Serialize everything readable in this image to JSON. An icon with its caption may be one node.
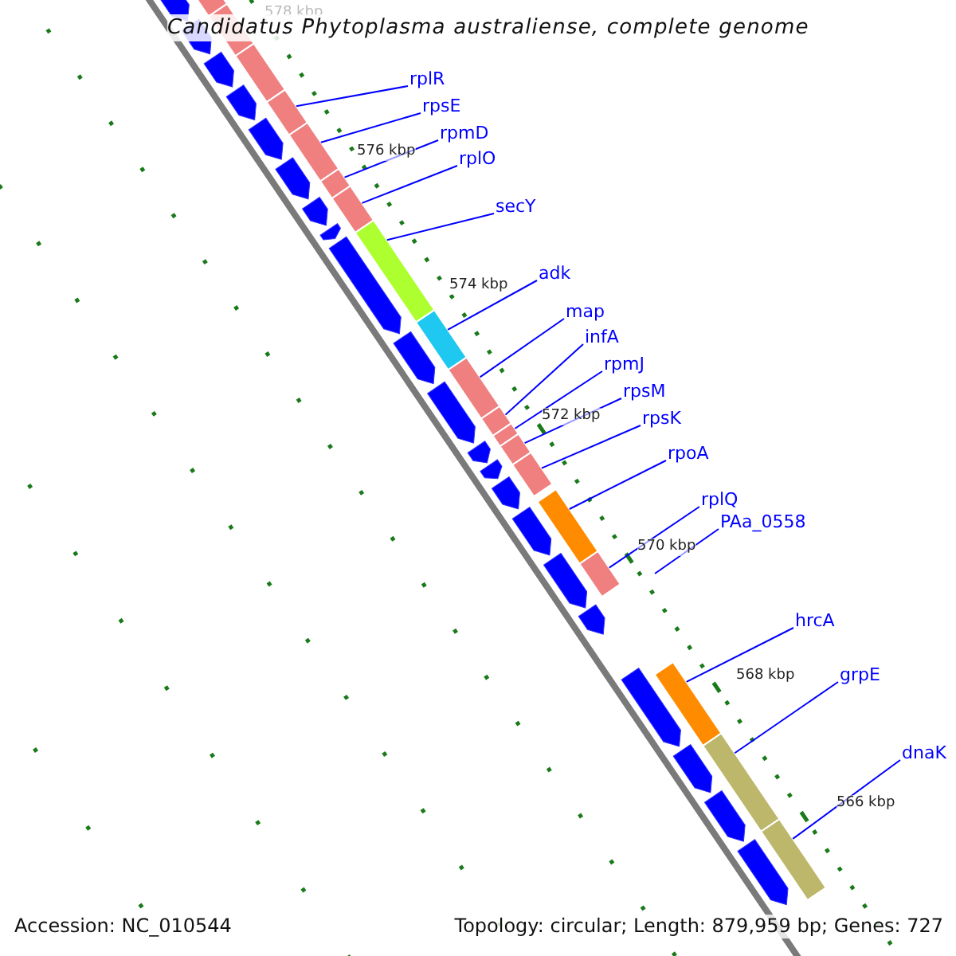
{
  "diagram": {
    "title": "Candidatus Phytoplasma australiense, complete genome",
    "nodes": [
      {
        "text": [
          "rplR"
        ]
      },
      {
        "text": [
          "rpsE"
        ]
      },
      {
        "text": [
          "rpmD"
        ]
      },
      {
        "text": [
          "rplO"
        ]
      },
      {
        "text": [
          "secY"
        ]
      },
      {
        "text": [
          "adk"
        ]
      },
      {
        "text": [
          "map"
        ]
      },
      {
        "text": [
          "infA"
        ]
      },
      {
        "text": [
          "rpmJ"
        ]
      },
      {
        "text": [
          "rpsM"
        ]
      },
      {
        "text": [
          "rpsK"
        ]
      },
      {
        "text": [
          "rpoA"
        ]
      },
      {
        "text": [
          "rplQ"
        ]
      },
      {
        "text": [
          "PAa_0558"
        ]
      },
      {
        "text": [
          "hrcA"
        ]
      },
      {
        "text": [
          "grpE"
        ]
      },
      {
        "text": [
          "dnaK"
        ]
      },
      {
        "text": [],
        "shape": "bar"
      },
      {
        "text": [],
        "shape": "bar"
      },
      {
        "text": [],
        "shape": "bar"
      },
      {
        "text": [],
        "shape": "bar"
      },
      {
        "text": [],
        "shape": "bar"
      },
      {
        "text": [],
        "shape": "bar"
      },
      {
        "text": [],
        "shape": "bar"
      },
      {
        "text": [],
        "shape": "bar"
      },
      {
        "text": [],
        "shape": "bar"
      },
      {
        "text": [],
        "shape": "bar"
      },
      {
        "text": [],
        "shape": "bar"
      },
      {
        "text": [],
        "shape": "bar"
      },
      {
        "text": [],
        "shape": "bar"
      },
      {
        "text": [],
        "shape": "bar"
      },
      {
        "text": [],
        "shape": "bar"
      },
      {
        "text": [],
        "shape": "bar"
      }
    ],
    "edges": [
      {
        "from": 0,
        "to": 17,
        "arrow": "none"
      },
      {
        "from": 1,
        "to": 18,
        "arrow": "none"
      },
      {
        "from": 2,
        "to": 19,
        "arrow": "none"
      },
      {
        "from": 3,
        "to": 20,
        "arrow": "none"
      },
      {
        "from": 4,
        "to": 21,
        "arrow": "none"
      },
      {
        "from": 5,
        "to": 22,
        "arrow": "none"
      },
      {
        "from": 6,
        "to": 23,
        "arrow": "none"
      },
      {
        "from": 7,
        "to": 24,
        "arrow": "none"
      },
      {
        "from": 8,
        "to": 25,
        "arrow": "none"
      },
      {
        "from": 9,
        "to": 26,
        "arrow": "none"
      },
      {
        "from": 10,
        "to": 27,
        "arrow": "none"
      },
      {
        "from": 11,
        "to": 28,
        "arrow": "none"
      },
      {
        "from": 12,
        "to": 29,
        "arrow": "none"
      },
      {
        "from": 13,
        "to": null,
        "arrow": "none"
      },
      {
        "from": 14,
        "to": 30,
        "arrow": "none"
      },
      {
        "from": 15,
        "to": 31,
        "arrow": "none"
      },
      {
        "from": 16,
        "to": 32,
        "arrow": "none"
      }
    ],
    "labels": [
      "578 kbp",
      "576 kbp",
      "574 kbp",
      "572 kbp",
      "570 kbp",
      "568 kbp",
      "566 kbp",
      "Accession: NC_010544",
      "Topology: circular; Length: 879,959 bp; Genes: 727"
    ]
  }
}
